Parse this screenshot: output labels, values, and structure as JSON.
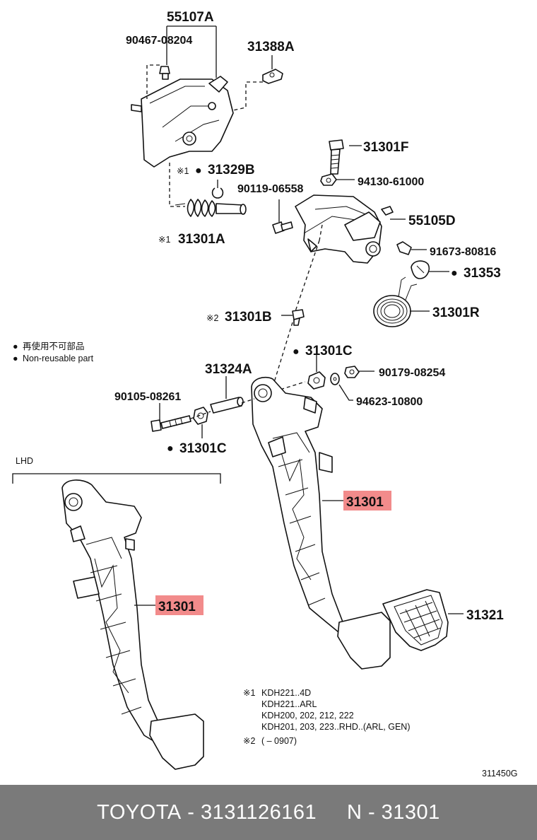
{
  "labels": {
    "p55107A": "55107A",
    "p90467": "90467-08204",
    "p31388A": "31388A",
    "p31301F": "31301F",
    "p31329B": "31329B",
    "p90119": "90119-06558",
    "p94130": "94130-61000",
    "p55105D": "55105D",
    "p31301A": "31301A",
    "p91673": "91673-80816",
    "p31353": "31353",
    "p31301R": "31301R",
    "p31301B": "31301B",
    "p31301C_top": "31301C",
    "p31324A": "31324A",
    "p90179": "90179-08254",
    "p90105": "90105-08261",
    "p94623": "94623-10800",
    "p31301C_bot": "31301C",
    "p31301_main": "31301",
    "p31301_lhd": "31301",
    "p31321": "31321"
  },
  "marks": {
    "note1": "※1",
    "note2": "※2",
    "bullet": "●"
  },
  "legend": {
    "line_jp": "再使用不可部品",
    "line_en": "Non-reusable part"
  },
  "lhd_label": "LHD",
  "notes": {
    "n1_line1": "KDH221..4D",
    "n1_line2": "KDH221..ARL",
    "n1_line3": "KDH200, 202, 212, 222",
    "n1_line4": "KDH201, 203, 223..RHD..(ARL, GEN)",
    "n2_line1": "(          – 0907)"
  },
  "diagram_code": "311450G",
  "footer": {
    "brand": "TOYOTA",
    "sep1": " - ",
    "part_number": "3131126161",
    "sep2": "     N - ",
    "ref": "31301"
  },
  "colors": {
    "highlight": "#f28b8b",
    "footer_bg": "#7a7a7a"
  }
}
